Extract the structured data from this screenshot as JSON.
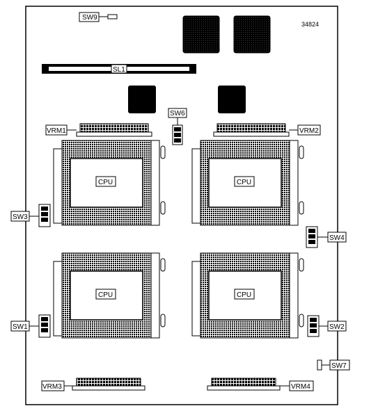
{
  "figure_number": "34824",
  "slot": {
    "label": "SL1"
  },
  "switches": {
    "sw1": "SW1",
    "sw2": "SW2",
    "sw3": "SW3",
    "sw4": "SW4",
    "sw6": "SW6",
    "sw7": "SW7",
    "sw9": "SW9"
  },
  "vrms": {
    "vrm1": "VRM1",
    "vrm2": "VRM2",
    "vrm3": "VRM3",
    "vrm4": "VRM4"
  },
  "cpus": [
    "CPU",
    "CPU",
    "CPU",
    "CPU"
  ]
}
